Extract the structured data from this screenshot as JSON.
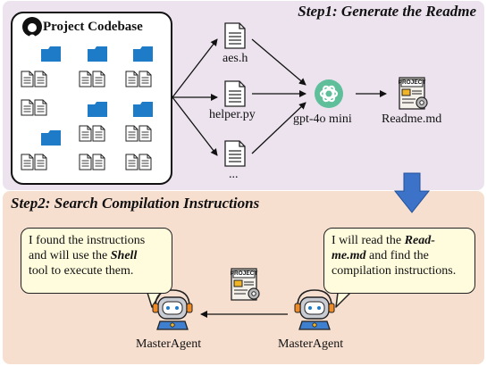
{
  "step1": {
    "title": "Step1: Generate the Readme"
  },
  "step2": {
    "title": "Step2: Search Compilation Instructions"
  },
  "codebase": {
    "title": "Project Codebase"
  },
  "files": {
    "aes": "aes.h",
    "helper": "helper.py",
    "more": "..."
  },
  "model": {
    "label": "gpt-4o mini"
  },
  "readme": {
    "label": "Readme.md",
    "badge": "PROJECT"
  },
  "bubble_left": {
    "line1": "I found the instructions",
    "line2a": "and will use the ",
    "line2b": "Shell",
    "line3": "tool to execute them."
  },
  "bubble_right": {
    "line1a": "I will read the ",
    "line1b": "Read-",
    "line2a": "me.md",
    "line2b": " and find the",
    "line3": "compilation instructions."
  },
  "agent_left": {
    "label": "MasterAgent"
  },
  "agent_right": {
    "label": "MasterAgent"
  },
  "colors": {
    "panel1_bg": "#ece3ef",
    "panel2_bg": "#f7dfd0",
    "folder": "#1e7bc7",
    "arrow_blue": "#3c73c9",
    "bubble_bg": "#fffbdd"
  }
}
